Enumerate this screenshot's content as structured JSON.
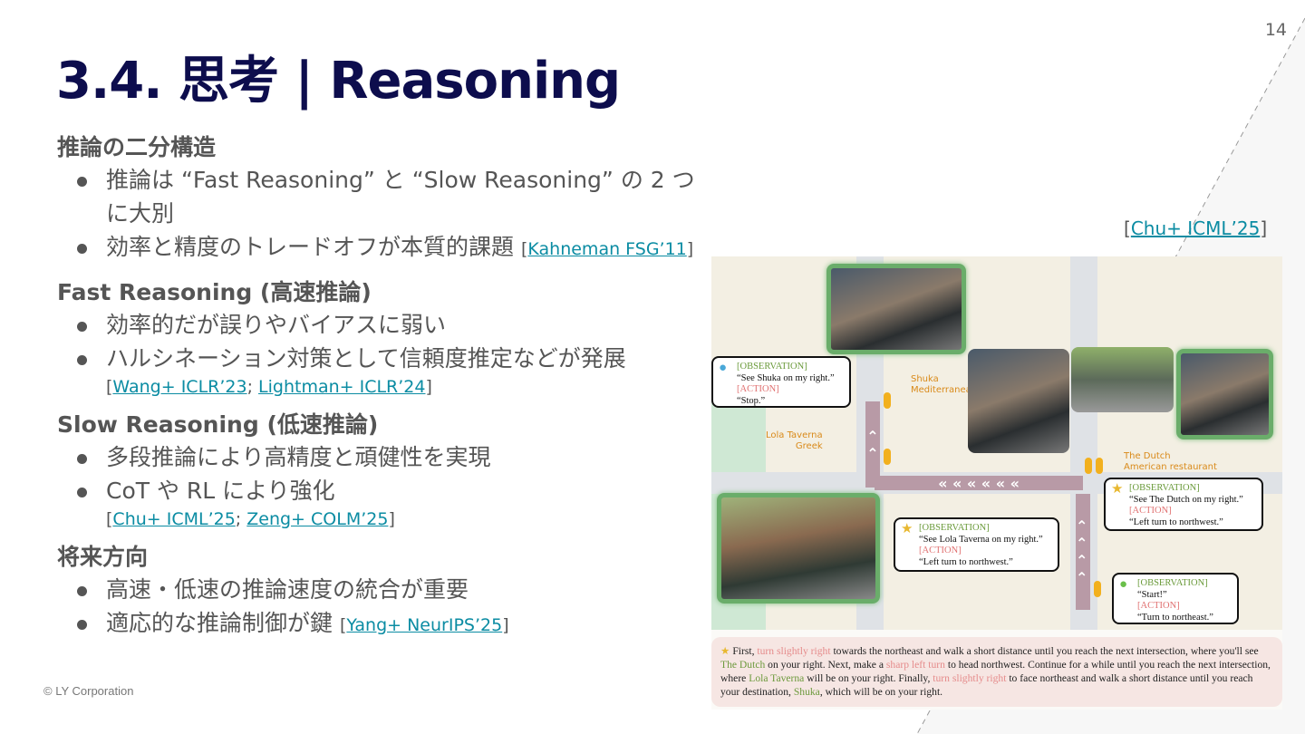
{
  "page_number": "14",
  "title": "3.4. 思考 | Reasoning",
  "sections": [
    {
      "heading": "推論の二分構造",
      "bullets": [
        "推論は “Fast Reasoning” と “Slow Reasoning” の 2 つに大別",
        "効率と精度のトレードオフが本質的課題"
      ],
      "cite1": "Kahneman FSG’11"
    },
    {
      "heading": "Fast Reasoning (高速推論)",
      "bullets": [
        "効率的だが誤りやバイアスに弱い",
        "ハルシネーション対策として信頼度推定などが発展"
      ],
      "cites": [
        "Wang+ ICLR’23",
        "Lightman+ ICLR’24"
      ]
    },
    {
      "heading": "Slow Reasoning (低速推論)",
      "bullets": [
        "多段推論により高精度と頑健性を実現",
        "CoT や RL により強化"
      ],
      "cites": [
        "Chu+ ICML’25",
        "Zeng+ COLM’25"
      ]
    },
    {
      "heading": "将来方向",
      "bullets": [
        "高速・低速の推論速度の統合が重要",
        "適応的な推論制御が鍵"
      ],
      "cite1": "Yang+ NeurIPS’25"
    }
  ],
  "figure_cite": "Chu+ ICML’25",
  "footer": "© LY Corporation",
  "figure": {
    "labels": {
      "shuka": "Shuka",
      "shuka_type": "Mediterranea",
      "lola": "Lola Taverna",
      "lola_type": "Greek",
      "dutch": "The Dutch",
      "dutch_type": "American restaurant"
    },
    "observation_label": "[OBSERVATION]",
    "action_label": "[ACTION]",
    "steps": [
      {
        "observation": "“See Shuka on my right.”",
        "action": "“Stop.”"
      },
      {
        "observation": "“See Lola Taverna on my right.”",
        "action": "“Left turn to northwest.”"
      },
      {
        "observation": "“See The Dutch on my right.”",
        "action": "“Left turn to northwest.”"
      },
      {
        "observation": "“Start!”",
        "action": "“Turn to northeast.”"
      }
    ],
    "caption": {
      "p1": "First,",
      "h1": "turn slightly right",
      "p2": "towards the northeast and walk a short distance until you reach the next intersection, where you'll see",
      "g1": "The Dutch",
      "p3": "on your right. Next, make a",
      "h2": "sharp left turn",
      "p4": "to head northwest. Continue for a while until you reach the next intersection, where",
      "g2": "Lola Taverna",
      "p5": "will be on your right. Finally,",
      "h3": "turn slightly right",
      "p6": "to face northeast and walk a short distance until you reach your destination,",
      "g3": "Shuka",
      "p7": ", which will be on your right."
    }
  }
}
